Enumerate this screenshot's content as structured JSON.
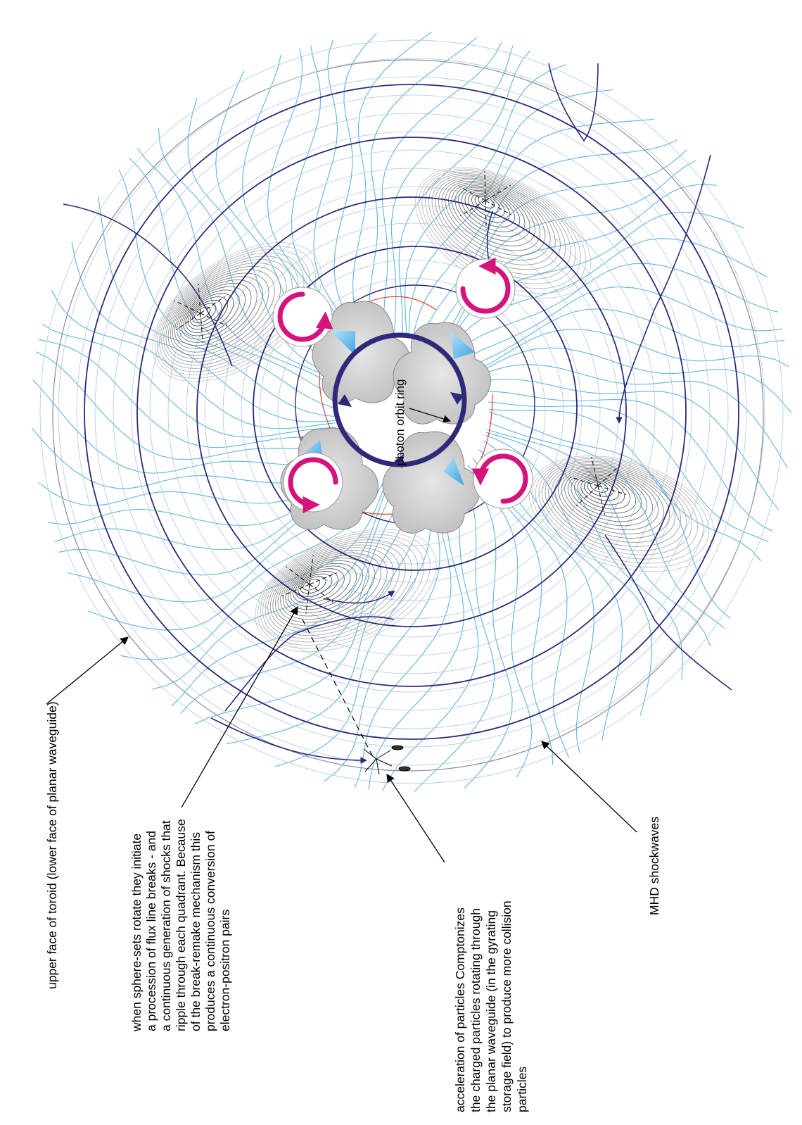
{
  "labels": {
    "upper_face": "upper face of toroid (lower face of planar waveguide)",
    "sphere_sets": [
      "when sphere-sets rotate they initiate",
      "a procession of flux line breaks - and",
      "a continuous generation of shocks that",
      "ripple through each quadrant. Because",
      "of the break-remake mechanism this",
      "produces a continuous conversion of",
      "electron-positron pairs"
    ],
    "acceleration": [
      "acceleration of particles Comptonizes",
      "the charged particles rotating through",
      "the planar waveguide (in the gyrating",
      "storage field) to produce more collision",
      "particles"
    ],
    "mhd": "MHD shockwaves",
    "photon": "photon orbit ring"
  },
  "colors": {
    "flux_blue": "#5fb4e0",
    "orbit_navy": "#2d2a7a",
    "shock_gray": "#6a6a6a",
    "spin_magenta": "#d4147a",
    "core_gray": "#cfcfcf",
    "pair_red": "#e04030"
  }
}
